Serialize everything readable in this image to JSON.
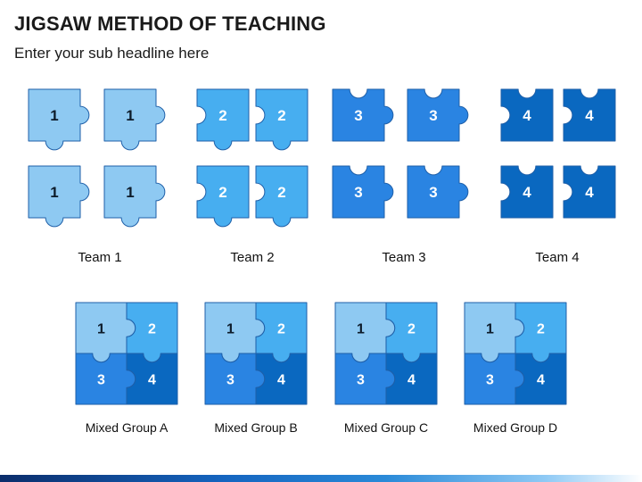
{
  "title": "JIGSAW METHOD OF TEACHING",
  "subtitle": "Enter your sub headline here",
  "teams": [
    {
      "label": "Team 1",
      "number": "1"
    },
    {
      "label": "Team 2",
      "number": "2"
    },
    {
      "label": "Team 3",
      "number": "3"
    },
    {
      "label": "Team 4",
      "number": "4"
    }
  ],
  "groups": [
    {
      "label": "Mixed Group A"
    },
    {
      "label": "Mixed Group B"
    },
    {
      "label": "Mixed Group C"
    },
    {
      "label": "Mixed Group D"
    }
  ],
  "colors": {
    "team1": "#8ec9f2",
    "team2": "#47aef0",
    "team3": "#2a84e2",
    "team4": "#0a68c0",
    "stroke": "#1f5fa8",
    "bar": "#1565c0"
  }
}
